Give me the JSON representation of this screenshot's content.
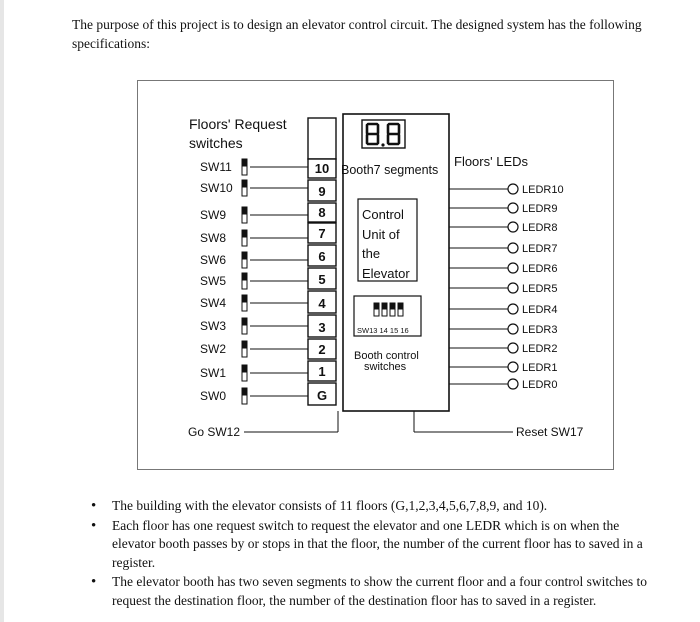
{
  "intro": "The purpose of this project is to design an elevator control circuit. The designed system has the following specifications:",
  "diagram": {
    "request_title_line1": "Floors' Request",
    "request_title_line2": "switches",
    "switches": [
      "SW11",
      "SW10",
      "SW9",
      "SW8",
      "SW6",
      "SW5",
      "SW4",
      "SW3",
      "SW2",
      "SW1",
      "SW0"
    ],
    "floor_numbers": [
      "10",
      "9",
      "8",
      "7",
      "6",
      "5",
      "4",
      "3",
      "2",
      "1",
      "G"
    ],
    "display_digits": "8.8",
    "booth_label": "Booth7 segments",
    "leds_title": "Floors' LEDs",
    "leds": [
      "LEDR10",
      "LEDR9",
      "LEDR8",
      "LEDR7",
      "LEDR6",
      "LEDR5",
      "LEDR4",
      "LEDR3",
      "LEDR2",
      "LEDR1",
      "LEDR0"
    ],
    "control_lines": [
      "Control",
      "Unit of",
      "the",
      "Elevator"
    ],
    "dip_label": "SW13 14 15 16",
    "booth_control_line1": "Booth control",
    "booth_control_line2": "switches",
    "go_label": "Go SW12",
    "reset_label": "Reset SW17"
  },
  "bullets": [
    "The building with the elevator consists of 11 floors (G,1,2,3,4,5,6,7,8,9, and 10).",
    "Each floor has one request switch to request the elevator and one LEDR which is on when the elevator booth passes by or stops in that the floor, the number of the current floor has to saved in a register.",
    "The elevator booth has two seven segments to show the current floor and a four  control switches to request the destination floor, the number of the destination floor has to saved in a register."
  ]
}
